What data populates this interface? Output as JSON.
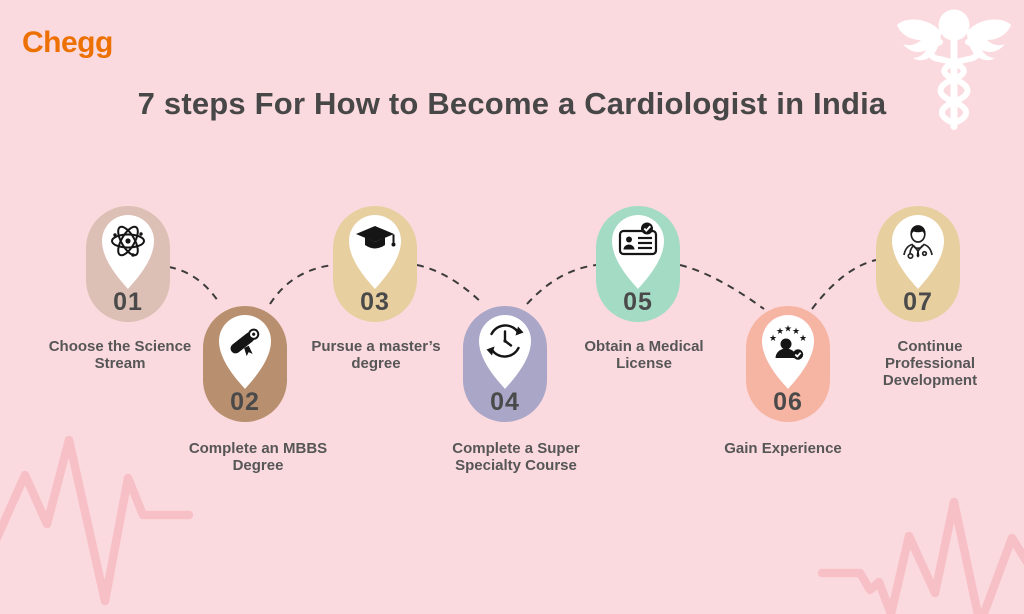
{
  "background_color": "#FBDADF",
  "brand": {
    "name": "Chegg",
    "color": "#ED7002"
  },
  "title": {
    "text": "7 steps For How to Become a Cardiologist in India",
    "color": "#474747"
  },
  "steps": [
    {
      "num": "01",
      "label": "Choose the Science Stream",
      "color": "#DCC0B5",
      "icon": "atom-icon"
    },
    {
      "num": "02",
      "label": "Complete an MBBS Degree",
      "color": "#B8906F",
      "icon": "diploma-icon"
    },
    {
      "num": "03",
      "label": "Pursue a master’s degree",
      "color": "#E8CFA0",
      "icon": "graduation-cap-icon"
    },
    {
      "num": "04",
      "label": "Complete a Super Specialty Course",
      "color": "#A9A6C7",
      "icon": "clock-cycle-icon"
    },
    {
      "num": "05",
      "label": "Obtain a Medical License",
      "color": "#A4DBC5",
      "icon": "medical-license-icon"
    },
    {
      "num": "06",
      "label": "Gain Experience",
      "color": "#F6B4A3",
      "icon": "experience-icon"
    },
    {
      "num": "07",
      "label": "Continue Professional Development",
      "color": "#E8CFA0",
      "icon": "doctor-icon"
    }
  ],
  "decor": {
    "caduceus_icon": "caduceus-icon",
    "caduceus_color": "#FFFFFF",
    "ekg_color": "#F7C0C7",
    "connector_color": "#3B3B3B",
    "pin_color": "#FFFFFF"
  }
}
